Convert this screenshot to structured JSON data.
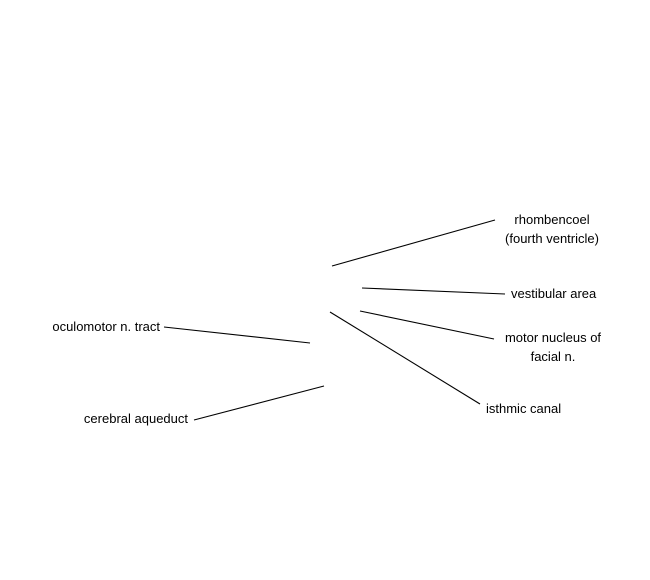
{
  "diagram": {
    "labels": {
      "rhombencoel": {
        "line1": "rhombencoel",
        "line2": "(fourth ventricle)"
      },
      "vestibular_area": "vestibular area",
      "motor_nucleus": {
        "line1": "motor nucleus of",
        "line2": "facial n."
      },
      "isthmic_canal": "isthmic canal",
      "oculomotor_tract": "oculomotor n. tract",
      "cerebral_aqueduct": "cerebral aqueduct"
    },
    "line_color": "#000000",
    "text_color": "#000000",
    "background": "#ffffff"
  }
}
